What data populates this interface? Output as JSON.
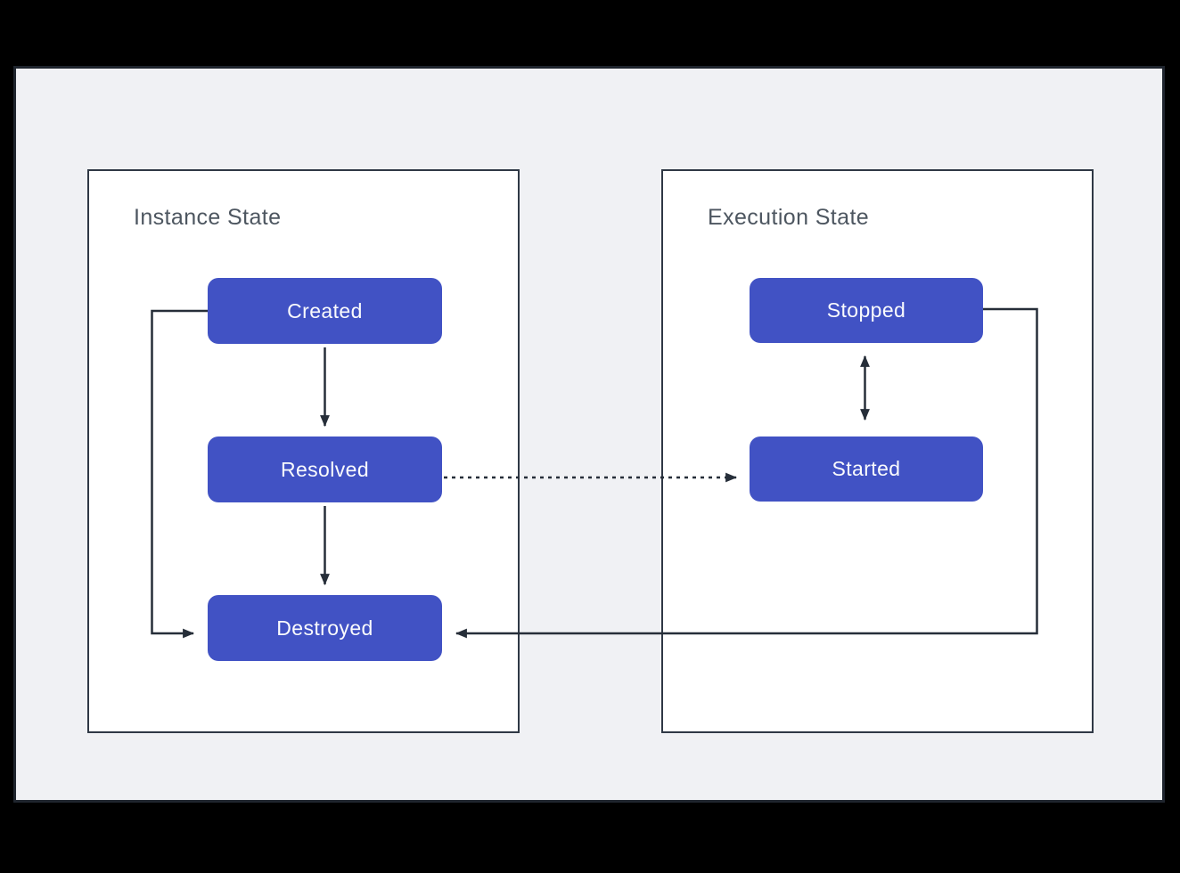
{
  "diagram": {
    "type": "state-diagram",
    "colors": {
      "background": "#000000",
      "surface": "#f0f1f4",
      "panel_fill": "#ffffff",
      "panel_border": "#2f3845",
      "node_fill": "#4152c4",
      "node_text": "#ffffff",
      "title_text": "#4d5660",
      "arrow": "#262e39"
    },
    "panels": [
      {
        "id": "instance-state",
        "title": "Instance State",
        "nodes": [
          "Created",
          "Resolved",
          "Destroyed"
        ]
      },
      {
        "id": "execution-state",
        "title": "Execution State",
        "nodes": [
          "Stopped",
          "Started"
        ]
      }
    ],
    "edges": [
      {
        "from": "Created",
        "to": "Resolved",
        "style": "solid",
        "bidirectional": false
      },
      {
        "from": "Resolved",
        "to": "Destroyed",
        "style": "solid",
        "bidirectional": false
      },
      {
        "from": "Created",
        "to": "Destroyed",
        "style": "solid",
        "bidirectional": false
      },
      {
        "from": "Resolved",
        "to": "Started",
        "style": "dotted",
        "bidirectional": false
      },
      {
        "from": "Stopped",
        "to": "Started",
        "style": "solid",
        "bidirectional": true
      },
      {
        "from": "Stopped",
        "to": "Destroyed",
        "style": "solid",
        "bidirectional": false
      }
    ]
  }
}
